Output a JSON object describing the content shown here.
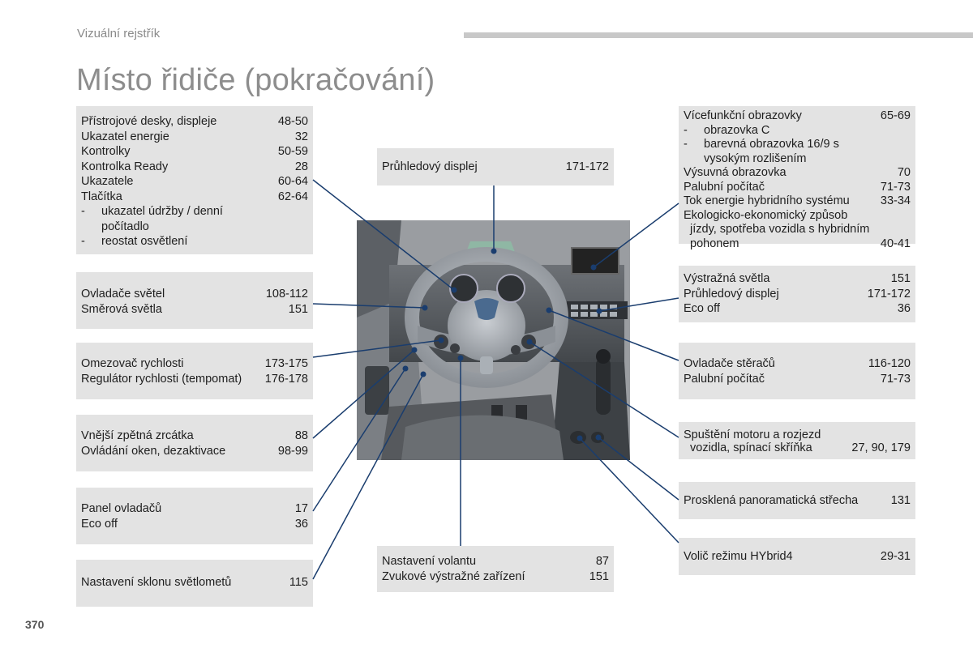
{
  "header": {
    "section": "Vizuální rejstřík",
    "title": "Místo řidiče (pokračování)"
  },
  "page_number": "370",
  "boxes": {
    "instruments": {
      "rows": [
        {
          "label": "Přístrojové desky, displeje",
          "page": "48-50"
        },
        {
          "label": "Ukazatel energie",
          "page": "32"
        },
        {
          "label": "Kontrolky",
          "page": "50-59"
        },
        {
          "label": "Kontrolka Ready",
          "page": "28"
        },
        {
          "label": "Ukazatele",
          "page": "60-64"
        },
        {
          "label": "Tlačítka",
          "page": "62-64"
        }
      ],
      "subs": [
        "ukazatel údržby / denní",
        "počítadlo",
        "reostat osvětlení"
      ]
    },
    "lights": {
      "rows": [
        {
          "label": "Ovladače světel",
          "page": "108-112"
        },
        {
          "label": "Směrová světla",
          "page": "151"
        }
      ]
    },
    "speed": {
      "rows": [
        {
          "label": "Omezovač rychlosti",
          "page": "173-175"
        },
        {
          "label": "Regulátor rychlosti (tempomat)",
          "page": "176-178"
        }
      ]
    },
    "mirrors": {
      "rows": [
        {
          "label": "Vnější zpětná zrcátka",
          "page": "88"
        },
        {
          "label": "Ovládání oken, dezaktivace",
          "page": "98-99"
        }
      ]
    },
    "panel": {
      "rows": [
        {
          "label": "Panel ovladačů",
          "page": "17"
        },
        {
          "label": "Eco off",
          "page": "36"
        }
      ]
    },
    "headlamp": {
      "rows": [
        {
          "label": "Nastavení sklonu světlometů",
          "page": "115"
        }
      ]
    },
    "hud": {
      "rows": [
        {
          "label": "Průhledový displej",
          "page": "171-172"
        }
      ]
    },
    "wheel": {
      "rows": [
        {
          "label": "Nastavení volantu",
          "page": "87"
        },
        {
          "label": "Zvukové výstražné zařízení",
          "page": "151"
        }
      ]
    },
    "screens": {
      "title": {
        "label": "Vícefunkční obrazovky",
        "page": "65-69"
      },
      "subs": [
        "obrazovka C",
        "barevná obrazovka 16/9 s",
        "vysokým rozlišením"
      ],
      "rows": [
        {
          "label": "Výsuvná obrazovka",
          "page": "70"
        },
        {
          "label": "Palubní počítač",
          "page": "71-73"
        },
        {
          "label": "Tok energie hybridního systému",
          "page": "33-34"
        }
      ],
      "eco_line1": "Ekologicko-ekonomický způsob",
      "eco_line2": "jízdy, spotřeba vozidla s hybridním",
      "eco_line3": "pohonem",
      "eco_page": "40-41"
    },
    "hazard": {
      "rows": [
        {
          "label": "Výstražná světla",
          "page": "151"
        },
        {
          "label": "Průhledový displej",
          "page": "171-172"
        },
        {
          "label": "Eco off",
          "page": "36"
        }
      ]
    },
    "wipers": {
      "rows": [
        {
          "label": "Ovladače stěračů",
          "page": "116-120"
        },
        {
          "label": "Palubní počítač",
          "page": "71-73"
        }
      ]
    },
    "start": {
      "line1": "Spuštění motoru a rozjezd",
      "line2": "vozidla, spínací skříňka",
      "page": "27, 90, 179"
    },
    "roof": {
      "rows": [
        {
          "label": "Prosklená panoramatická střecha",
          "page": "131"
        }
      ]
    },
    "mode": {
      "rows": [
        {
          "label": "Volič režimu HYbrid4",
          "page": "29-31"
        }
      ]
    }
  },
  "colors": {
    "box_bg": "#e3e3e3",
    "leader": "#1a3d6e",
    "title": "#8d8d8d",
    "photo_bg": "#9a9da1"
  },
  "photo": {
    "subject": "steering-wheel-cockpit-illustration"
  }
}
